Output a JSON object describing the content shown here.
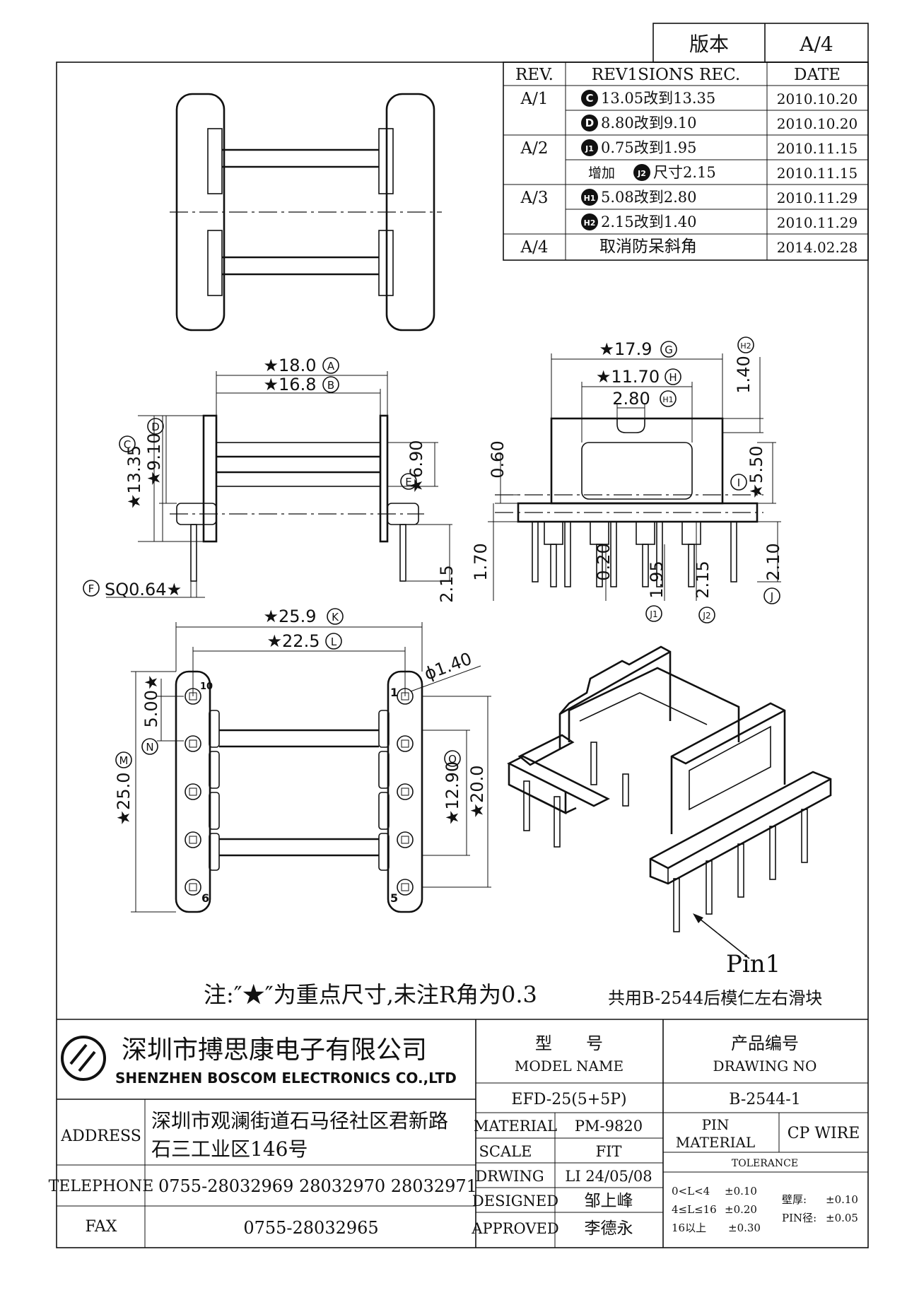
{
  "version_box": {
    "label": "版本",
    "value": "A/4"
  },
  "revisions": {
    "headers": {
      "rev": "REV.",
      "rec": "REV1SIONS REC.",
      "date": "DATE"
    },
    "rows": [
      {
        "rev": "A/1",
        "mark": "C",
        "text": "13.05改到13.35",
        "date": "2010.10.20"
      },
      {
        "rev": "",
        "mark": "D",
        "text": "8.80改到9.10",
        "date": "2010.10.20"
      },
      {
        "rev": "A/2",
        "mark": "J1",
        "text": "0.75改到1.95",
        "date": "2010.11.15"
      },
      {
        "rev": "",
        "prefix": "增加",
        "mark": "J2",
        "text": "尺寸2.15",
        "date": "2010.11.15"
      },
      {
        "rev": "A/3",
        "mark": "H1",
        "text": "5.08改到2.80",
        "date": "2010.11.29"
      },
      {
        "rev": "",
        "mark": "H2",
        "text": "2.15改到1.40",
        "date": "2010.11.29"
      },
      {
        "rev": "A/4",
        "mark": "",
        "text": "取消防呆斜角",
        "date": "2014.02.28"
      }
    ]
  },
  "dimensions": {
    "side_view": {
      "a": "★18.0",
      "a_tag": "A",
      "b": "★16.8",
      "b_tag": "B",
      "c": "★13.35",
      "c_tag": "C",
      "d": "★9.10",
      "d_tag": "D",
      "e": "★6.90",
      "e_tag": "E",
      "f": "SQ0.64★",
      "f_tag": "F",
      "pin_len": "2.15"
    },
    "front_view": {
      "g": "★17.9",
      "g_tag": "G",
      "h": "★11.70",
      "h_tag": "H",
      "h1": "2.80",
      "h1_tag": "H1",
      "h2": "1.40",
      "h2_tag": "H2",
      "i": "★5.50",
      "i_tag": "I",
      "top_gap": "0.60",
      "left_h": "1.70",
      "j_020": "0.20",
      "j1": "1.95",
      "j1_tag": "J1",
      "j2": "2.15",
      "j2_tag": "J2",
      "j": "2.10",
      "j_tag": "J"
    },
    "bottom_view": {
      "k": "★25.9",
      "k_tag": "K",
      "l": "★22.5",
      "l_tag": "L",
      "m": "★25.0",
      "m_tag": "M",
      "n": "5.00★",
      "n_tag": "N",
      "o": "★12.90",
      "o_tag": "O",
      "p": "★20.0",
      "hole": "ϕ1.40",
      "pin_labels": [
        "10",
        "1",
        "6",
        "5"
      ]
    },
    "iso": {
      "pin1": "Pin1"
    }
  },
  "notes": {
    "note1": "注:″★″为重点尺寸,未注R角为0.3",
    "note2": "共用B-2544后模仁左右滑块"
  },
  "title_block": {
    "company_cn": "深圳市搏思康电子有限公司",
    "company_en": "SHENZHEN BOSCOM ELECTRONICS CO.,LTD",
    "address_label": "ADDRESS",
    "address_line1": "深圳市观澜街道石马径社区君新路",
    "address_line2": "石三工业区146号",
    "telephone_label": "TELEPHONE",
    "telephone": "0755-28032969 28032970 28032971",
    "fax_label": "FAX",
    "fax": "0755-28032965",
    "model_label_cn": "型　　号",
    "model_label_en": "MODEL NAME",
    "model_value": "EFD-25(5+5P)",
    "drawing_label_cn": "产品编号",
    "drawing_label_en": "DRAWING NO",
    "drawing_value": "B-2544-1",
    "material_label": "MATERIAL",
    "material_value": "PM-9820",
    "scale_label": "SCALE",
    "scale_value": "FIT",
    "drwing_label": "DRWING",
    "drwing_value": "LI 24/05/08",
    "designed_label": "DESIGNED",
    "designed_value": "邹上峰",
    "approved_label": "APPROVED",
    "approved_value": "李德永",
    "pin_material_label1": "PIN",
    "pin_material_label2": "MATERIAL",
    "pin_material_value": "CP WIRE",
    "tolerance_label": "TOLERANCE",
    "tol_rows": [
      {
        "range": "0<L<4",
        "value": "±0.10"
      },
      {
        "range": "4≤L≤16",
        "value": "±0.20"
      },
      {
        "range": "16以上",
        "value": "±0.30"
      }
    ],
    "wall_label": "壁厚:",
    "wall_value": "±0.10",
    "pin_d_label": "PIN径:",
    "pin_d_value": "±0.05"
  }
}
